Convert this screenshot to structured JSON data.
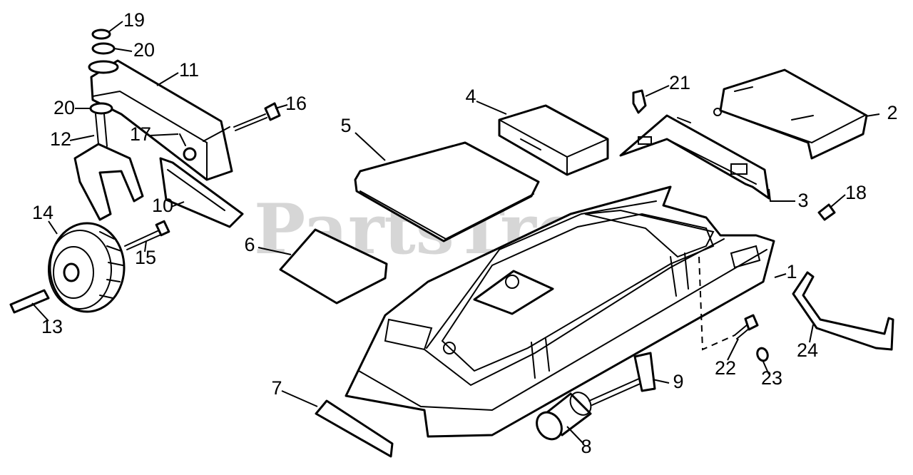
{
  "watermark": "PartsTree",
  "parts": [
    {
      "id": "p1",
      "label": "1"
    },
    {
      "id": "p2",
      "label": "2"
    },
    {
      "id": "p3",
      "label": "3"
    },
    {
      "id": "p4",
      "label": "4"
    },
    {
      "id": "p5",
      "label": "5"
    },
    {
      "id": "p6",
      "label": "6"
    },
    {
      "id": "p7",
      "label": "7"
    },
    {
      "id": "p8",
      "label": "8"
    },
    {
      "id": "p9",
      "label": "9"
    },
    {
      "id": "p10",
      "label": "10"
    },
    {
      "id": "p11",
      "label": "11"
    },
    {
      "id": "p12",
      "label": "12"
    },
    {
      "id": "p13",
      "label": "13"
    },
    {
      "id": "p14",
      "label": "14"
    },
    {
      "id": "p15",
      "label": "15"
    },
    {
      "id": "p16",
      "label": "16"
    },
    {
      "id": "p17",
      "label": "17"
    },
    {
      "id": "p18",
      "label": "18"
    },
    {
      "id": "p19",
      "label": "19"
    },
    {
      "id": "p20a",
      "label": "20"
    },
    {
      "id": "p20b",
      "label": "20"
    },
    {
      "id": "p21",
      "label": "21"
    },
    {
      "id": "p22",
      "label": "22"
    },
    {
      "id": "p23",
      "label": "23"
    },
    {
      "id": "p24",
      "label": "24"
    }
  ]
}
